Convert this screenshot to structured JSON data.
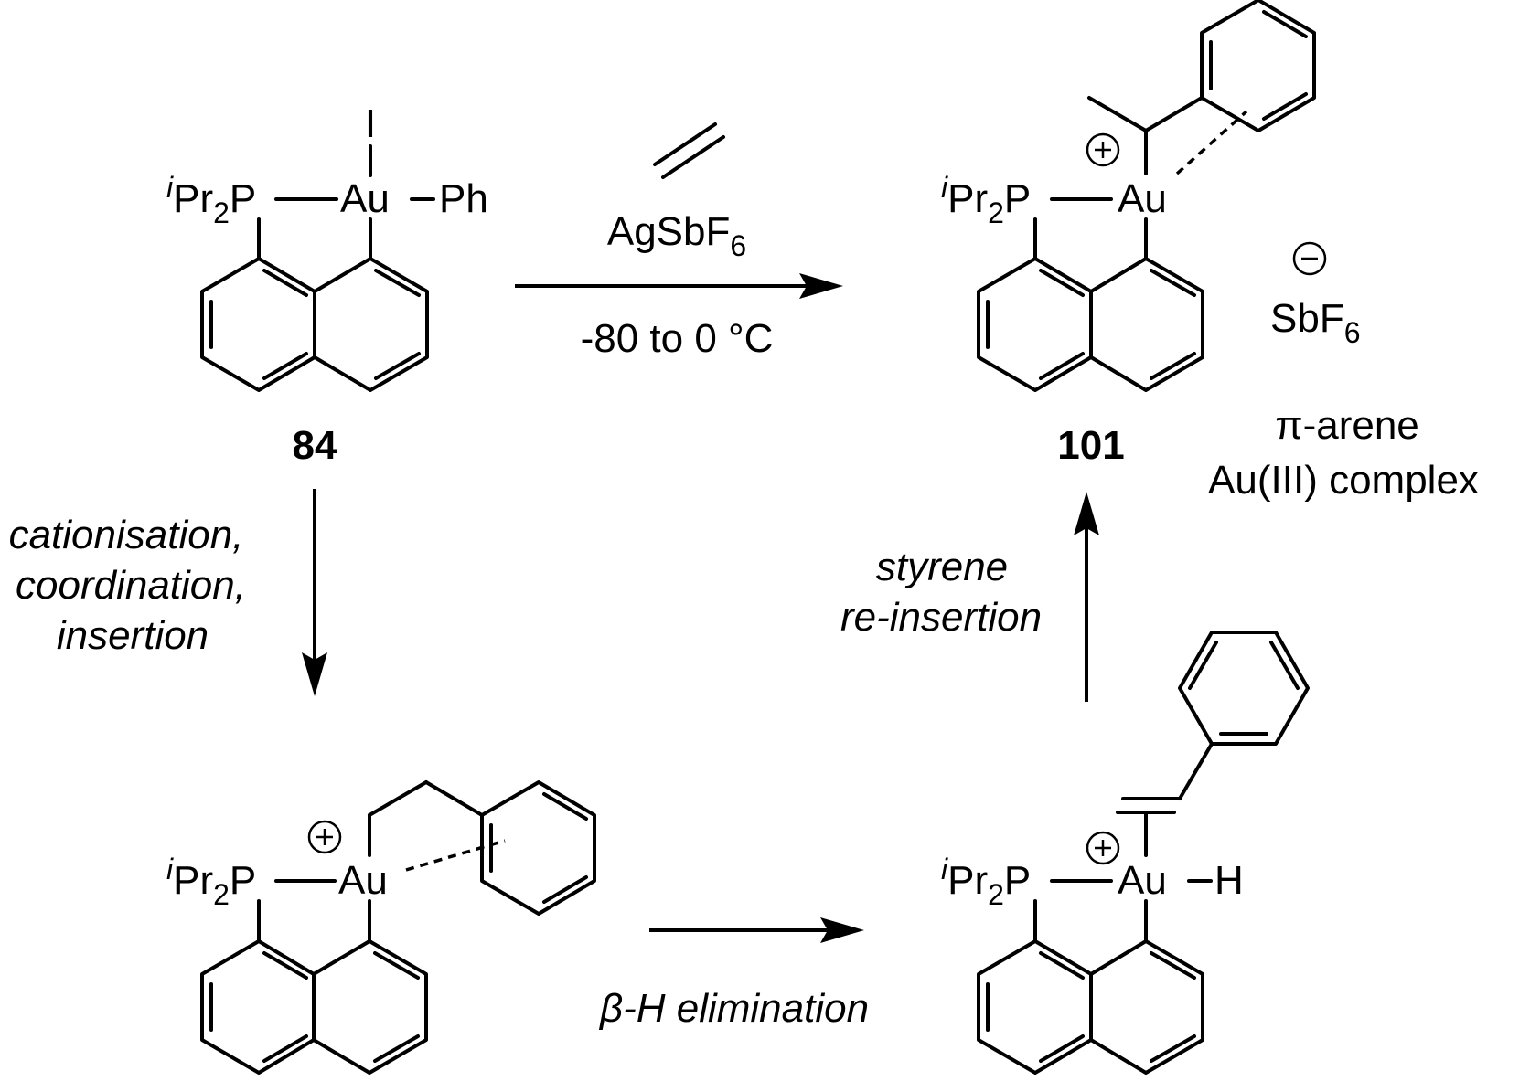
{
  "compounds": {
    "c84": {
      "label": "84",
      "ligand_prefix": "i",
      "ligand_core": "Pr",
      "ligand_count": "2",
      "phosphorus": "P",
      "metal": "Au",
      "top_ligand": "I",
      "right_ligand": "Ph"
    },
    "c101": {
      "label": "101",
      "ligand_prefix": "i",
      "ligand_core": "Pr",
      "ligand_count": "2",
      "phosphorus": "P",
      "metal": "Au",
      "counterion_core": "SbF",
      "counterion_count": "6",
      "description_line1": "π-arene",
      "description_line2": "Au(III) complex"
    },
    "intermediate_insertion": {
      "ligand_prefix": "i",
      "ligand_core": "Pr",
      "ligand_count": "2",
      "phosphorus": "P",
      "metal": "Au"
    },
    "intermediate_hydride": {
      "ligand_prefix": "i",
      "ligand_core": "Pr",
      "ligand_count": "2",
      "phosphorus": "P",
      "metal": "Au",
      "right_ligand": "H"
    }
  },
  "reaction_conditions": {
    "reagent_core": "AgSbF",
    "reagent_count": "6",
    "temperature": "-80 to 0 °C"
  },
  "steps": {
    "step1_line1": "cationisation,",
    "step1_line2": "coordination,",
    "step1_line3": "insertion",
    "step2": "β-H elimination",
    "step3_line1": "styrene",
    "step3_line2": "re-insertion"
  }
}
